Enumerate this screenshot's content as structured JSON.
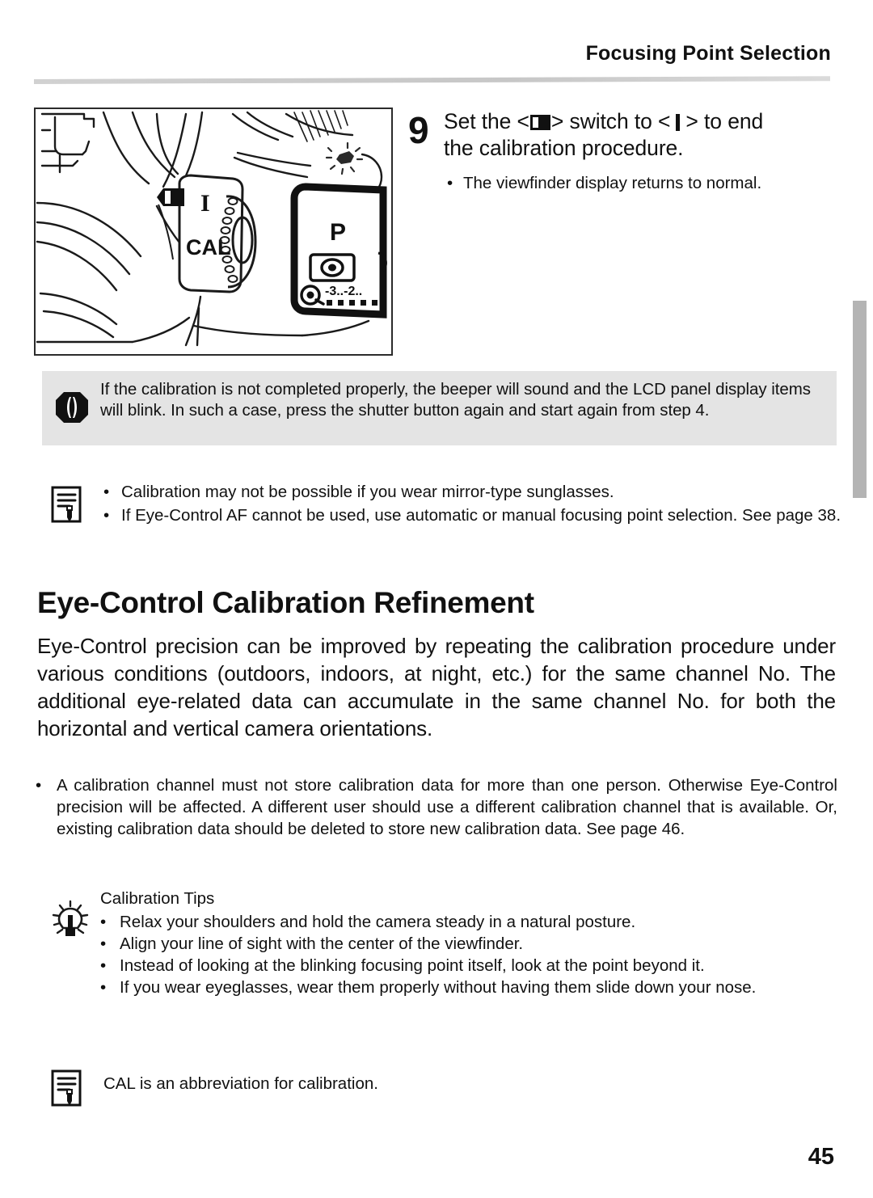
{
  "document": {
    "running_header": "Focusing Point Selection",
    "page_number": "45"
  },
  "step": {
    "number": "9",
    "text_before_switch": "Set the <",
    "switch_symbol_name": "cal-switch-symbol",
    "text_mid": "> switch to <",
    "on_symbol_name": "on-position-symbol",
    "text_after": "> to end the calibration procedure.",
    "line1_a": "Set the <",
    "line1_b": "> switch to <",
    "line1_c": "> to end",
    "line2": "the calibration procedure.",
    "bullet_dot": "•",
    "bullet": "The viewfinder display returns to normal."
  },
  "illustration": {
    "caption_cal": "CAL",
    "caption_one": "I",
    "lcd_mode": "P",
    "lcd_scale": "-3..-2.."
  },
  "caution": {
    "icon": "caution-icon",
    "text": "If the calibration is not completed properly, the beeper will sound and the LCD panel display items will blink. In such a case, press the shutter button again and start again from step 4."
  },
  "notes": {
    "icon": "note-document-icon",
    "bullet_dot": "•",
    "items": [
      "Calibration may not be possible if you wear mirror-type sunglasses.",
      "If Eye-Control AF cannot be used, use automatic or manual focusing point selection. See page 38."
    ]
  },
  "section": {
    "title": "Eye-Control Calibration Refinement",
    "paragraph": "Eye-Control precision can be improved by repeating the calibration procedure under various conditions (outdoors, indoors, at night, etc.) for the same channel No. The additional eye-related data can accumulate in the same channel No. for both the horizontal and vertical camera orientations."
  },
  "channel_note": {
    "bullet_dot": "•",
    "text": "A calibration channel must not store calibration data for more than one person. Otherwise Eye-Control precision will be affected. A different user should use a different calibration channel that is available. Or, existing calibration data should be deleted to store new calibration data. See page 46."
  },
  "tips": {
    "icon": "lightbulb-icon",
    "title": "Calibration Tips",
    "bullet_dot": "•",
    "items": [
      "Relax your shoulders and hold the camera steady in a natural posture.",
      "Align your line of sight with the center of the viewfinder.",
      "Instead of looking at the blinking focusing point itself, look at the point beyond it.",
      "If you wear eyeglasses, wear them properly without having them slide down your nose."
    ]
  },
  "footnote": {
    "icon": "note-document-icon",
    "text": "CAL is an abbreviation for calibration."
  },
  "colors": {
    "text": "#111111",
    "caution_background": "#e4e4e4",
    "edge_tab": "#b4b4b4",
    "rule": "#c4c4c4"
  }
}
